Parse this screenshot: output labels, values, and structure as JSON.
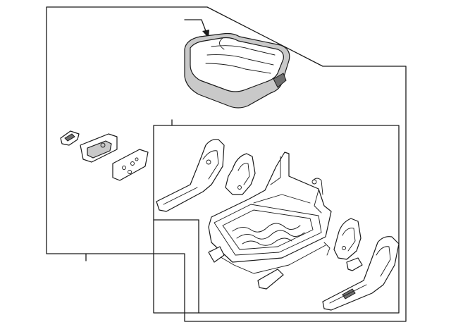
{
  "diagram": {
    "groups": [
      {
        "id": "outer-group",
        "label": ""
      },
      {
        "id": "inner-group",
        "label": ""
      }
    ],
    "parts": [
      {
        "id": "seat-cushion"
      },
      {
        "id": "small-clip"
      },
      {
        "id": "knob-bracket"
      },
      {
        "id": "mounting-plate"
      },
      {
        "id": "left-outer-trim-panel"
      },
      {
        "id": "left-inner-cover"
      },
      {
        "id": "seat-frame-assembly"
      },
      {
        "id": "right-inner-cover"
      },
      {
        "id": "right-small-clip"
      },
      {
        "id": "right-outer-trim-panel"
      }
    ],
    "callouts": [
      {
        "id": "cushion-arrow",
        "text": ""
      }
    ],
    "colors": {
      "line": "#1a1a1a",
      "part_fill": "#ffffff",
      "shade_fill": "#c9c9c9",
      "dark_fill": "#6e6e6e"
    }
  }
}
